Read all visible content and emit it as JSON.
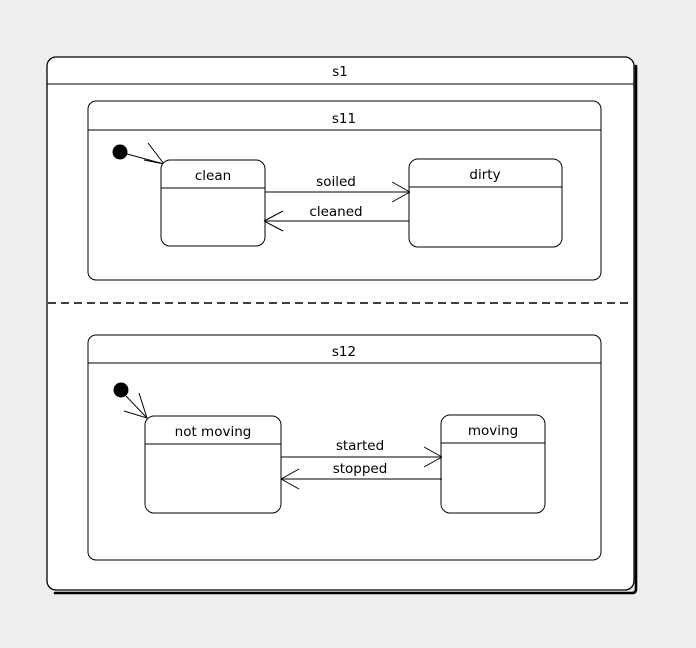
{
  "diagram": {
    "kind": "uml-state-machine-diagram",
    "background_color": "#eeeeee",
    "line_color": "#000000",
    "fill_color": "#ffffff",
    "outer_state": {
      "name": "s1",
      "regions": [
        {
          "name": "s11",
          "initial_pseudostate": "initial-state-s11",
          "states": [
            {
              "name": "clean"
            },
            {
              "name": "dirty"
            }
          ],
          "transitions": [
            {
              "label": "soiled",
              "from": "clean",
              "to": "dirty",
              "direction": "right"
            },
            {
              "label": "cleaned",
              "from": "dirty",
              "to": "clean",
              "direction": "left"
            },
            {
              "label": "",
              "from": "initial-state-s11",
              "to": "clean",
              "direction": "right"
            }
          ]
        },
        {
          "name": "s12",
          "initial_pseudostate": "initial-state-s12",
          "states": [
            {
              "name": "not moving"
            },
            {
              "name": "moving"
            }
          ],
          "transitions": [
            {
              "label": "started",
              "from": "not moving",
              "to": "moving",
              "direction": "right"
            },
            {
              "label": "stopped",
              "from": "moving",
              "to": "not moving",
              "direction": "left"
            },
            {
              "label": "",
              "from": "initial-state-s12",
              "to": "not moving",
              "direction": "down-right"
            }
          ]
        }
      ],
      "region_separator": "dashed-horizontal"
    }
  }
}
